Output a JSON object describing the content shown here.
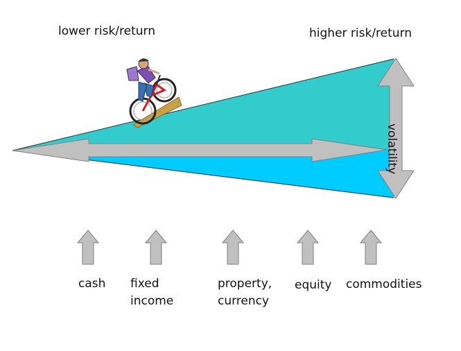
{
  "header": {
    "left_label": "lower risk/return",
    "right_label": "higher risk/return"
  },
  "axis": {
    "vertical_label": "volatility"
  },
  "categories": [
    {
      "line1": "cash",
      "line2": ""
    },
    {
      "line1": "fixed",
      "line2": "income"
    },
    {
      "line1": "property,",
      "line2": "currency"
    },
    {
      "line1": "equity",
      "line2": ""
    },
    {
      "line1": "commodities",
      "line2": ""
    }
  ],
  "colors": {
    "upper_wedge": "#33CCCC",
    "lower_wedge": "#00CCFF",
    "arrow_fill": "#C0C0C0",
    "arrow_stroke": "#7F7F7F"
  },
  "icons": {
    "illustration": "cyclist-icon"
  }
}
